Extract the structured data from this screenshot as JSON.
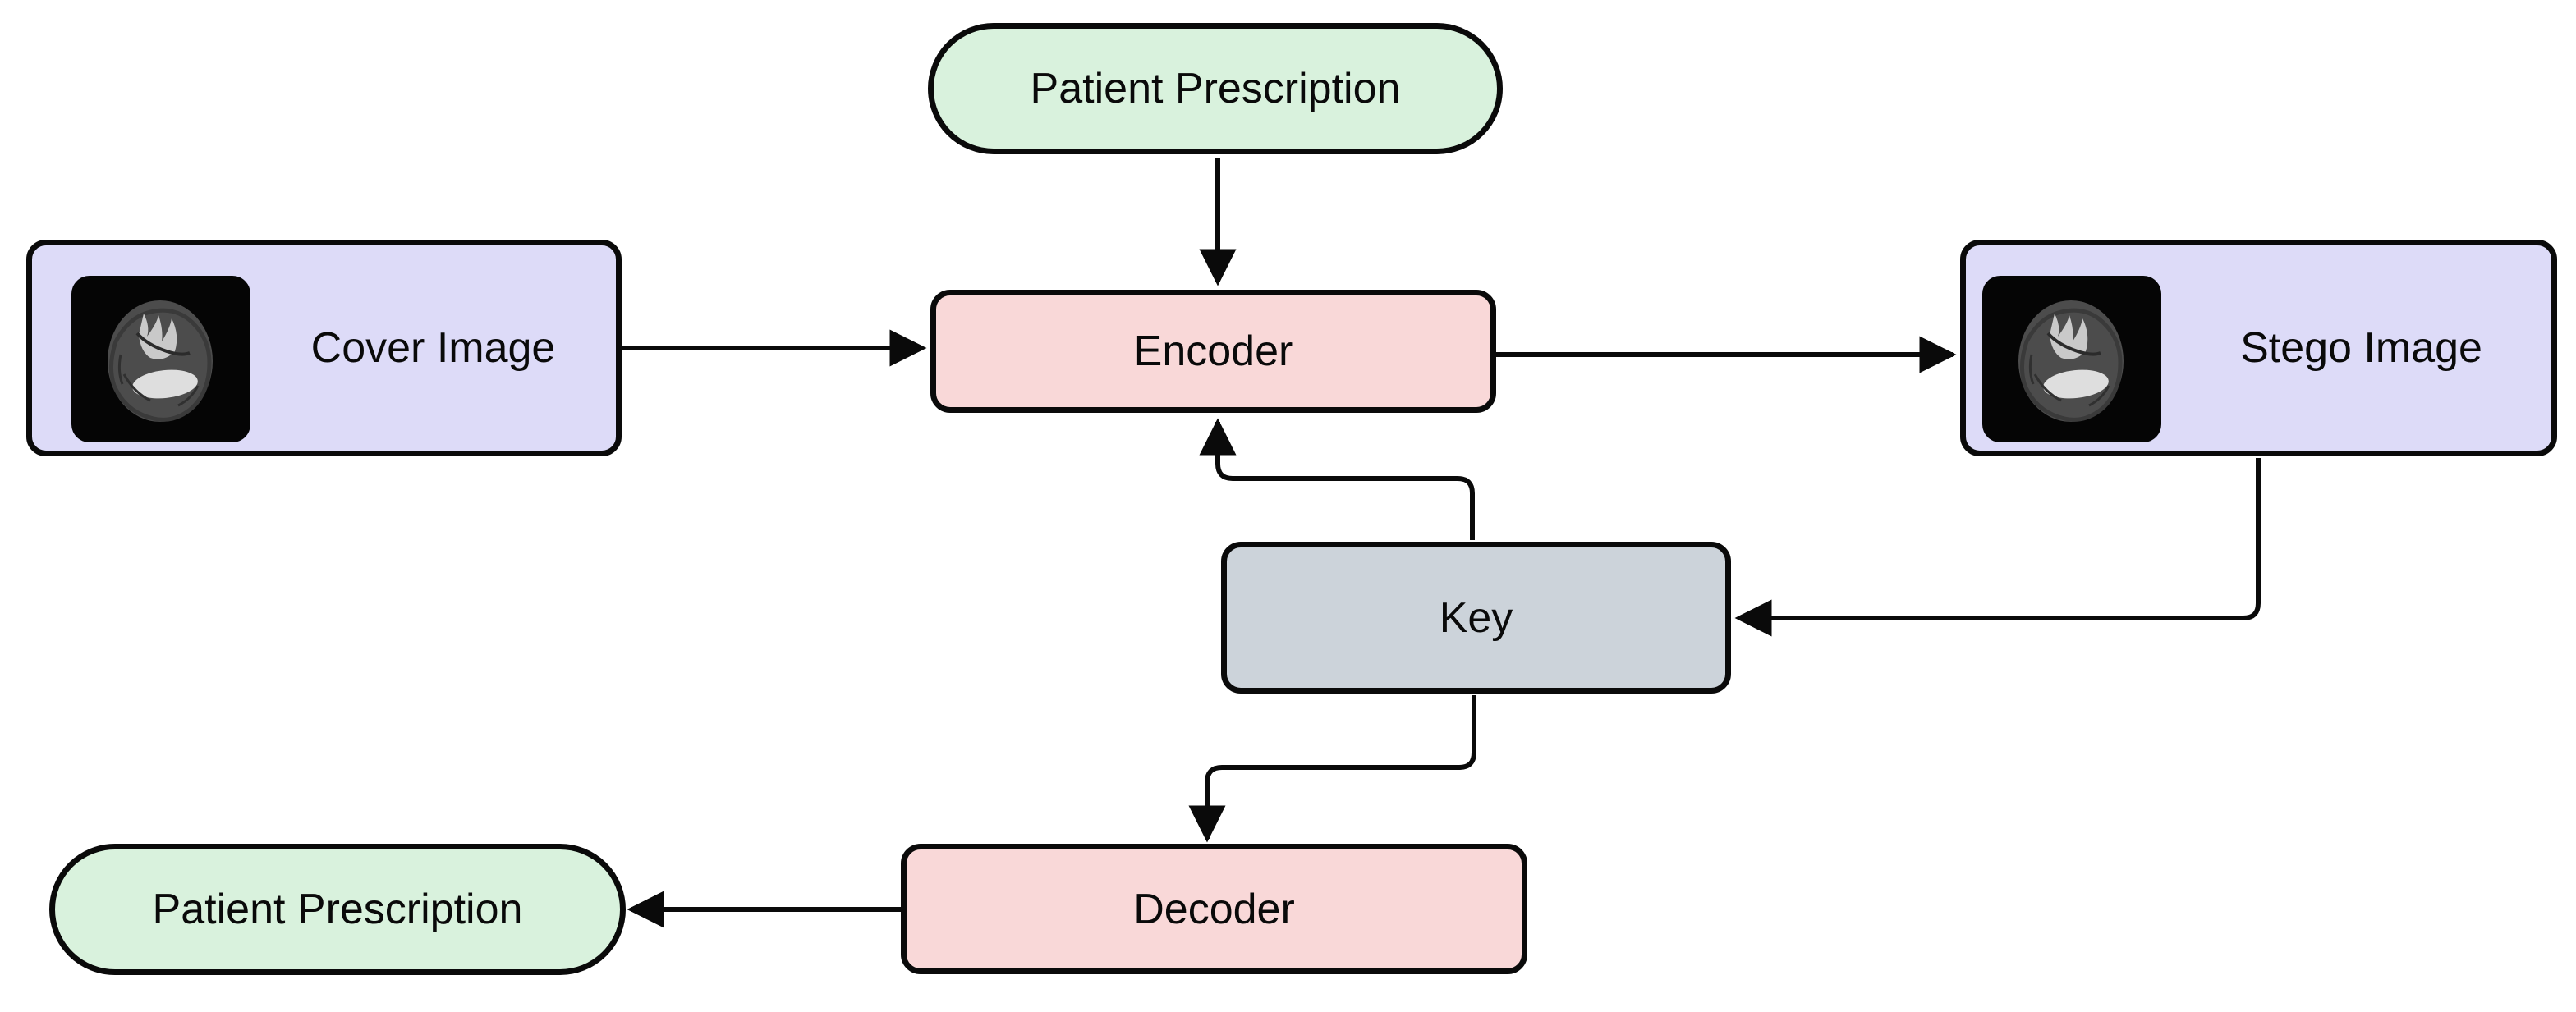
{
  "diagram": {
    "type": "flowchart",
    "topic": "medical image steganography encode/decode pipeline",
    "background": "#ffffff",
    "nodes": {
      "patient_prescription_top": {
        "label": "Patient Prescription",
        "shape": "pill",
        "fill": "#d9f2dd"
      },
      "cover_image": {
        "label": "Cover Image",
        "shape": "rect",
        "fill": "#dddbf8",
        "icon": "brain-mri-scan"
      },
      "encoder": {
        "label": "Encoder",
        "shape": "rect",
        "fill": "#f9d8d8"
      },
      "stego_image": {
        "label": "Stego Image",
        "shape": "rect",
        "fill": "#dddbf8",
        "icon": "brain-mri-scan"
      },
      "key": {
        "label": "Key",
        "shape": "rect",
        "fill": "#ccd3da"
      },
      "decoder": {
        "label": "Decoder",
        "shape": "rect",
        "fill": "#f9d8d8"
      },
      "patient_prescription_bottom": {
        "label": "Patient Prescription",
        "shape": "pill",
        "fill": "#d9f2dd"
      }
    },
    "edges": [
      {
        "from": "patient_prescription_top",
        "to": "encoder"
      },
      {
        "from": "cover_image",
        "to": "encoder"
      },
      {
        "from": "encoder",
        "to": "stego_image"
      },
      {
        "from": "stego_image",
        "to": "key"
      },
      {
        "from": "key",
        "to": "encoder"
      },
      {
        "from": "key",
        "to": "decoder"
      },
      {
        "from": "decoder",
        "to": "patient_prescription_bottom"
      }
    ],
    "line_color": "#0a0a0a",
    "border_color": "#0a0a0a",
    "text_color": "#0a0a0a"
  }
}
